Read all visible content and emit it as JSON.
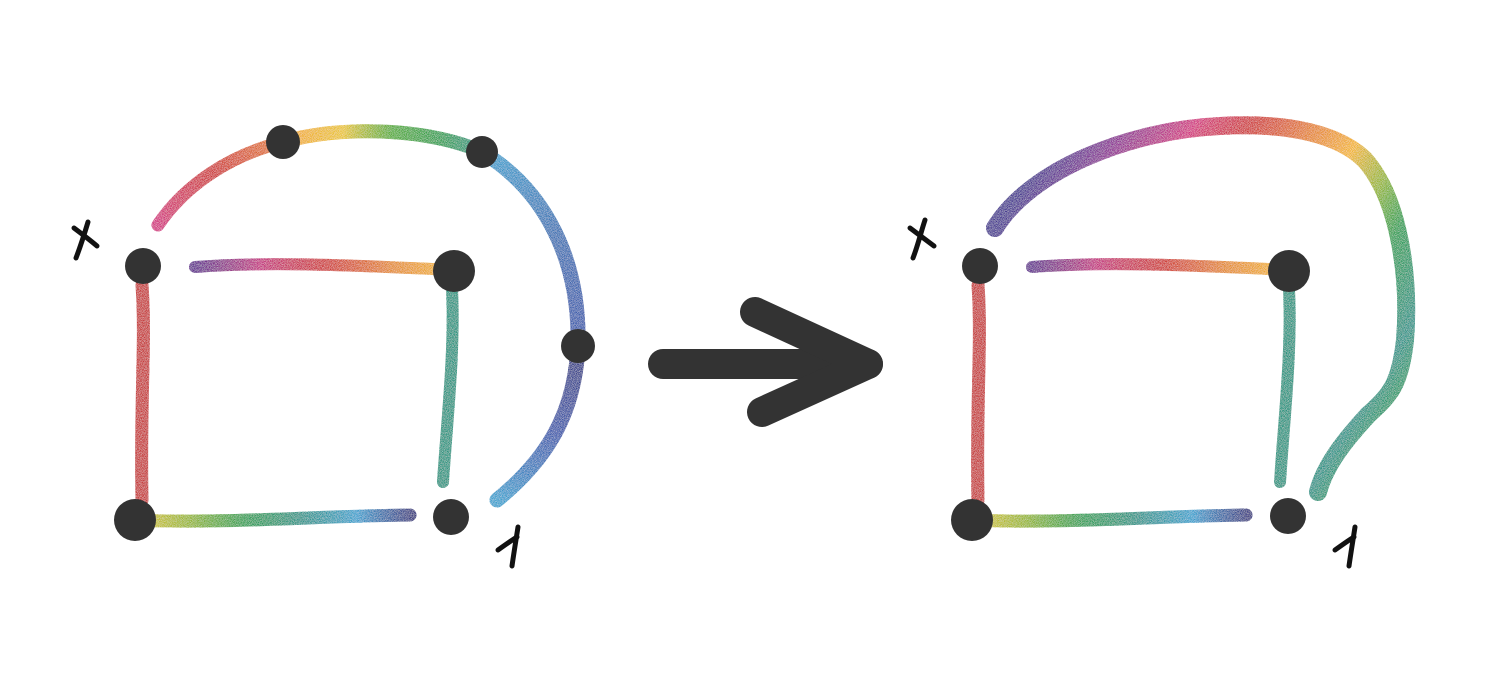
{
  "diagram": {
    "before": {
      "label_x": "x",
      "label_y": "y",
      "vertices": [
        "x",
        "top-right",
        "bottom-left",
        "y",
        "arc-1",
        "arc-2",
        "arc-3"
      ]
    },
    "after": {
      "label_x": "x",
      "label_y": "y",
      "vertices": [
        "x",
        "top-right",
        "bottom-left",
        "y"
      ]
    },
    "transform_arrow": "arrow-right",
    "colors": {
      "vertex": "#333333",
      "rainbow": [
        "#3a2a8c",
        "#8a1f8f",
        "#d1247a",
        "#cc2a2a",
        "#e27a1f",
        "#f2b21a",
        "#8fb21f",
        "#1f9a4a",
        "#1a8f84",
        "#2a9ccc",
        "#2f4ea8",
        "#2a2a7a"
      ]
    }
  }
}
